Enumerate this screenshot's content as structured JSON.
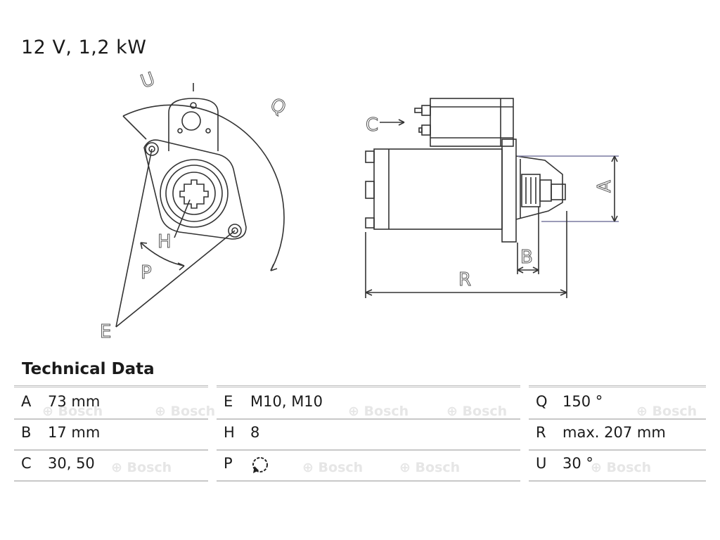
{
  "header": {
    "title": "12 V, 1,2 kW"
  },
  "diagram": {
    "labels": {
      "U": "U",
      "Q": "Q",
      "H": "H",
      "P": "P",
      "E": "E",
      "C": "C",
      "A": "A",
      "B": "B",
      "R": "R"
    }
  },
  "technical_data": {
    "title": "Technical Data",
    "watermark": "Bosch",
    "columns": [
      {
        "rows": [
          {
            "key": "A",
            "value": "73 mm"
          },
          {
            "key": "B",
            "value": "17 mm"
          },
          {
            "key": "C",
            "value": "30, 50"
          }
        ]
      },
      {
        "rows": [
          {
            "key": "E",
            "value": "M10, M10"
          },
          {
            "key": "H",
            "value": "8"
          },
          {
            "key": "P",
            "value": "",
            "icon": "rotation-direction-icon"
          }
        ]
      },
      {
        "rows": [
          {
            "key": "Q",
            "value": "150 °"
          },
          {
            "key": "R",
            "value": "max. 207 mm"
          },
          {
            "key": "U",
            "value": "30 °"
          }
        ]
      }
    ]
  }
}
